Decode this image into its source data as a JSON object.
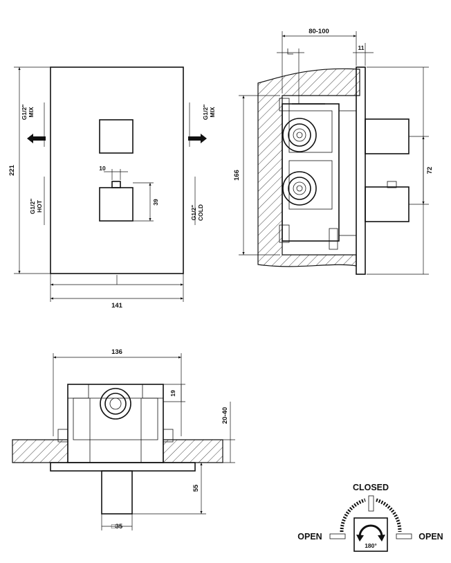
{
  "front_view": {
    "overall_height": "221",
    "overall_width": "141",
    "knob_offset": "10",
    "knob_height": "39",
    "left_mix_port": [
      "G1/2\"",
      "MIX"
    ],
    "right_mix_port": [
      "G1/2\"",
      "MIX"
    ],
    "hot_port": [
      "G1/2\"",
      "HOT"
    ],
    "cold_port": [
      "G1/2\"",
      "COLD"
    ]
  },
  "side_view": {
    "recess_depth": "80-100",
    "plate_thickness": "11",
    "height": "166",
    "knob_spacing": "72"
  },
  "top_view": {
    "width": "136",
    "offset": "19",
    "wall_thickness": "20-40",
    "projection": "55",
    "knob_size": "□35"
  },
  "handle_diagram": {
    "closed_label": "CLOSED",
    "open_left_label": "OPEN",
    "open_right_label": "OPEN",
    "rotation_label": "180°"
  }
}
